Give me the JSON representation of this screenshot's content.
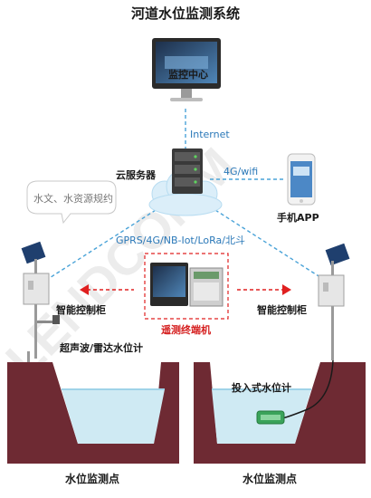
{
  "title": "河道水位监测系统",
  "nodes": {
    "monitor_center": "监控中心",
    "internet": "Internet",
    "cloud_server": "云服务器",
    "net_4g_wifi": "4G/wifi",
    "phone_app": "手机APP",
    "speech_bubble": "水文、水资源规约",
    "network_protocols": "GPRS/4G/NB-Iot/LoRa/北斗",
    "cabinet_left": "智能控制柜",
    "cabinet_right": "智能控制柜",
    "terminal": "遥测终端机",
    "sensor_left": "超声波/雷达水位计",
    "sensor_right": "投入式水位计",
    "site_left": "水位监测点",
    "site_right": "水位监测点"
  },
  "watermark": "LENDCOMM",
  "colors": {
    "dashed_line": "#4aa3d8",
    "red_dash": "#e02020",
    "ground": "#6e2a33",
    "water": "#cfeaf3",
    "cloud": "#dbeef9"
  }
}
